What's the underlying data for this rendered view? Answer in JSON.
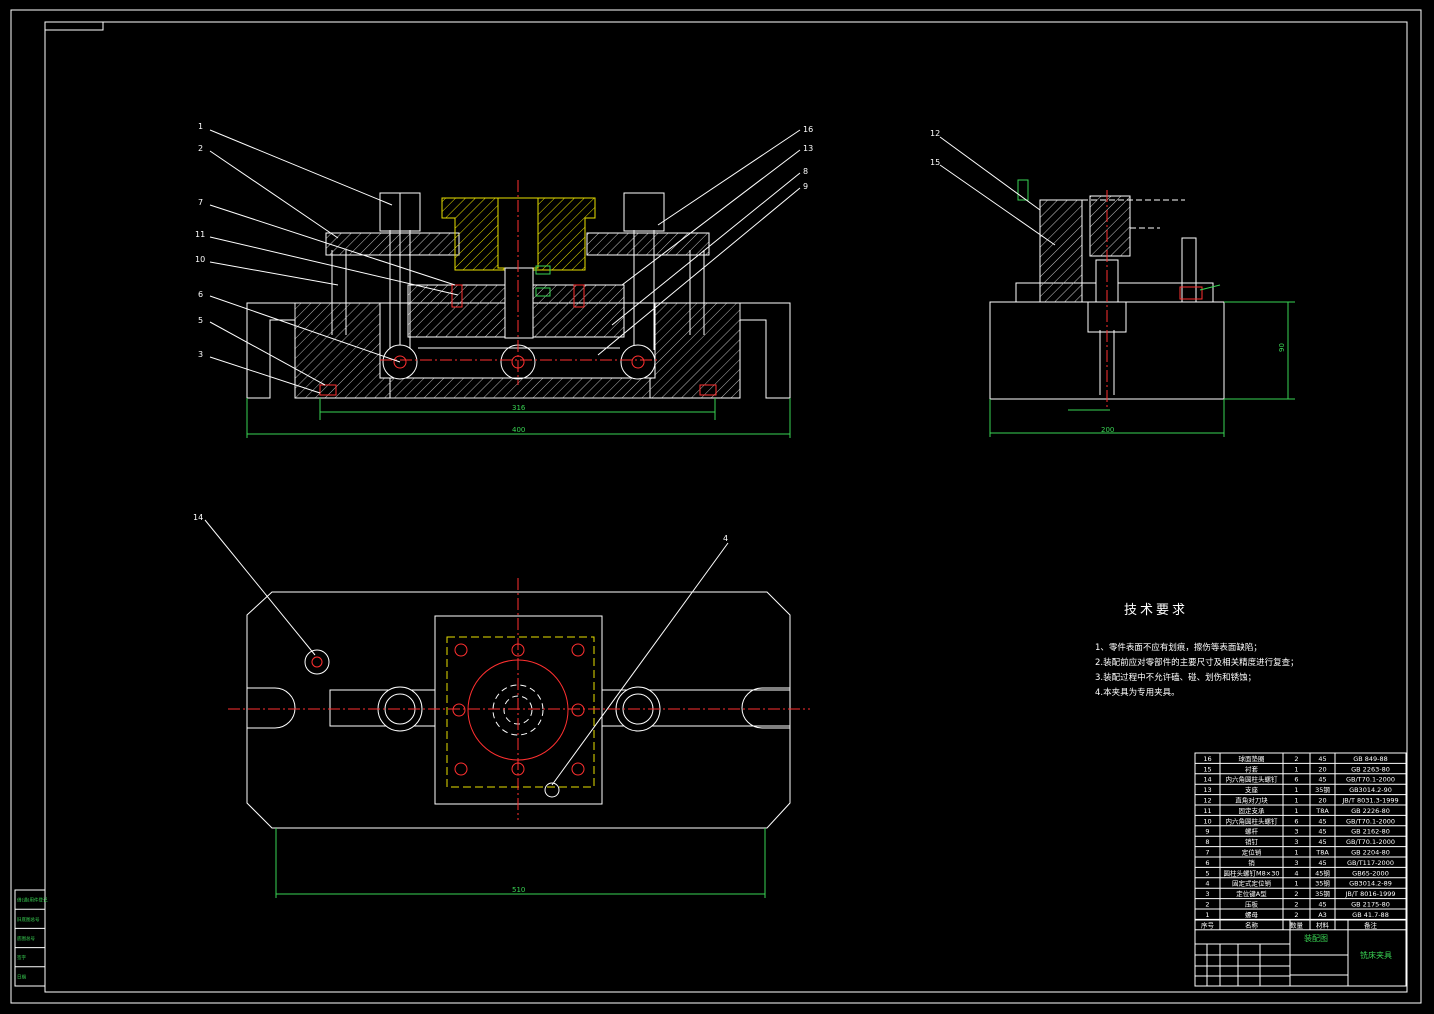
{
  "drawing": {
    "callouts_front": [
      "1",
      "2",
      "7",
      "11",
      "10",
      "6",
      "5",
      "3",
      "16",
      "13",
      "8",
      "9"
    ],
    "callouts_side": [
      "12",
      "15"
    ],
    "callouts_top": [
      "14",
      "4"
    ],
    "dims_front": {
      "inner": "316",
      "overall": "400"
    },
    "dims_side": {
      "width": "200",
      "height": "90"
    },
    "dims_top": {
      "overall": "510"
    }
  },
  "tech": {
    "title": "技术要求",
    "items": [
      "1、零件表面不应有划痕，擦伤等表面缺陷；",
      "2.装配前应对零部件的主要尺寸及相关精度进行复查；",
      "3.装配过程中不允许磕、碰、划伤和锈蚀；",
      "4.本夹具为专用夹具。"
    ]
  },
  "bom": {
    "rows": [
      {
        "no": "16",
        "name": "球面垫圈",
        "qty": "2",
        "mat": "45",
        "std": "GB 849-88"
      },
      {
        "no": "15",
        "name": "衬套",
        "qty": "1",
        "mat": "20",
        "std": "GB 2263-80"
      },
      {
        "no": "14",
        "name": "内六角圆柱头螺钉",
        "qty": "6",
        "mat": "45",
        "std": "GB/T70.1-2000"
      },
      {
        "no": "13",
        "name": "支座",
        "qty": "1",
        "mat": "35钢",
        "std": "GB3014.2-90"
      },
      {
        "no": "12",
        "name": "直角对刀块",
        "qty": "1",
        "mat": "20",
        "std": "JB/T 8031.3-1999"
      },
      {
        "no": "11",
        "name": "固定支承",
        "qty": "1",
        "mat": "T8A",
        "std": "GB 2226-80"
      },
      {
        "no": "10",
        "name": "内六角圆柱头螺钉",
        "qty": "6",
        "mat": "45",
        "std": "GB/T70.1-2000"
      },
      {
        "no": "9",
        "name": "螺杆",
        "qty": "3",
        "mat": "45",
        "std": "GB 2162-80"
      },
      {
        "no": "8",
        "name": "销钉",
        "qty": "3",
        "mat": "45",
        "std": "GB/T70.1-2000"
      },
      {
        "no": "7",
        "name": "定位销",
        "qty": "1",
        "mat": "T8A",
        "std": "GB 2204-80"
      },
      {
        "no": "6",
        "name": "销",
        "qty": "3",
        "mat": "45",
        "std": "GB/T117-2000"
      },
      {
        "no": "5",
        "name": "圆柱头螺钉M8×30",
        "qty": "4",
        "mat": "45钢",
        "std": "GB65-2000"
      },
      {
        "no": "4",
        "name": "固定式定位销",
        "qty": "1",
        "mat": "35钢",
        "std": "GB3014.2-89"
      },
      {
        "no": "3",
        "name": "定位键A型",
        "qty": "2",
        "mat": "35钢",
        "std": "JB/T 8016-1999"
      },
      {
        "no": "2",
        "name": "压板",
        "qty": "2",
        "mat": "45",
        "std": "GB 2175-80"
      },
      {
        "no": "1",
        "name": "螺母",
        "qty": "2",
        "mat": "A3",
        "std": "GB 41.7-88"
      }
    ],
    "header": {
      "no": "序号",
      "name": "名称",
      "qty": "数量",
      "mat": "材料",
      "std": "备注"
    }
  },
  "title_block": {
    "drawing_name": "装配图",
    "part_name": "铣床夹具"
  },
  "side_block": {
    "cells": [
      "借(通)用件登记",
      "旧底图总号",
      "底图总号",
      "签字",
      "日期"
    ]
  }
}
